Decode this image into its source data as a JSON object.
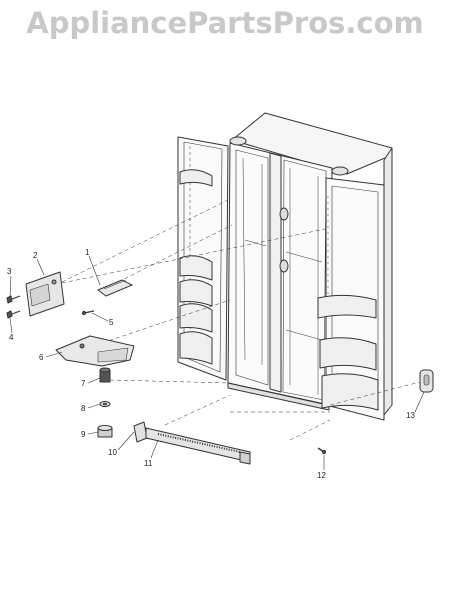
{
  "watermark": "AppliancePartsPros.com",
  "callouts": [
    {
      "id": "1",
      "label": "1"
    },
    {
      "id": "2",
      "label": "2"
    },
    {
      "id": "3",
      "label": "3"
    },
    {
      "id": "4",
      "label": "4"
    },
    {
      "id": "5",
      "label": "5"
    },
    {
      "id": "6",
      "label": "6"
    },
    {
      "id": "7",
      "label": "7"
    },
    {
      "id": "8",
      "label": "8"
    },
    {
      "id": "9",
      "label": "9"
    },
    {
      "id": "10",
      "label": "10"
    },
    {
      "id": "11",
      "label": "11"
    },
    {
      "id": "12",
      "label": "12"
    },
    {
      "id": "13",
      "label": "13"
    }
  ],
  "colors": {
    "line": "#333333",
    "fill": "#f4f4f4",
    "watermark": "#c8c8c8"
  }
}
